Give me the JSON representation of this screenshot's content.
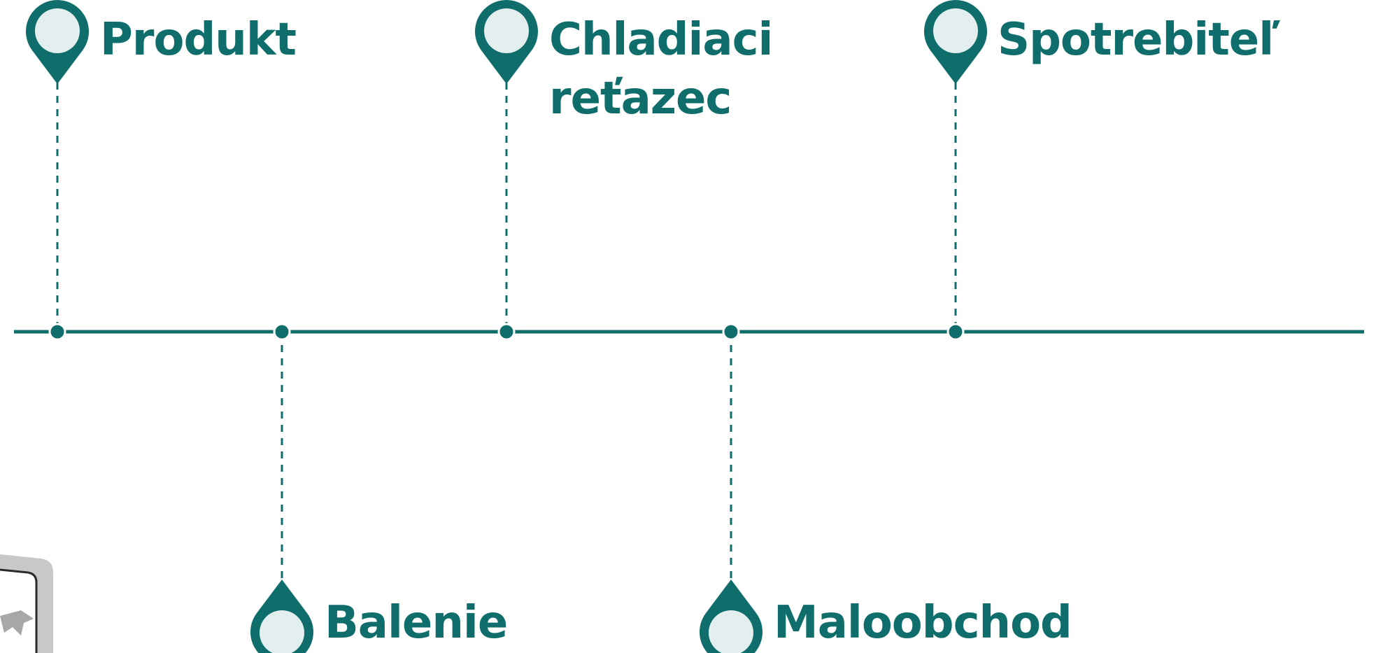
{
  "colors": {
    "accent": "#0f6e6c",
    "pin_fill": "#e3efee",
    "background": "#ffffff",
    "device_frame": "#c8c8c8"
  },
  "stages": [
    {
      "label_lines": [
        "Produkt"
      ],
      "side": "top"
    },
    {
      "label_lines": [
        "Balenie"
      ],
      "side": "bottom"
    },
    {
      "label_lines": [
        "Chladiaci",
        "reťazec"
      ],
      "side": "top"
    },
    {
      "label_lines": [
        "Maloobchod"
      ],
      "side": "bottom"
    },
    {
      "label_lines": [
        "Spotrebiteľ"
      ],
      "side": "top"
    }
  ],
  "icons": {
    "pin": "map-pin-icon",
    "device": "tablet-device-icon"
  }
}
